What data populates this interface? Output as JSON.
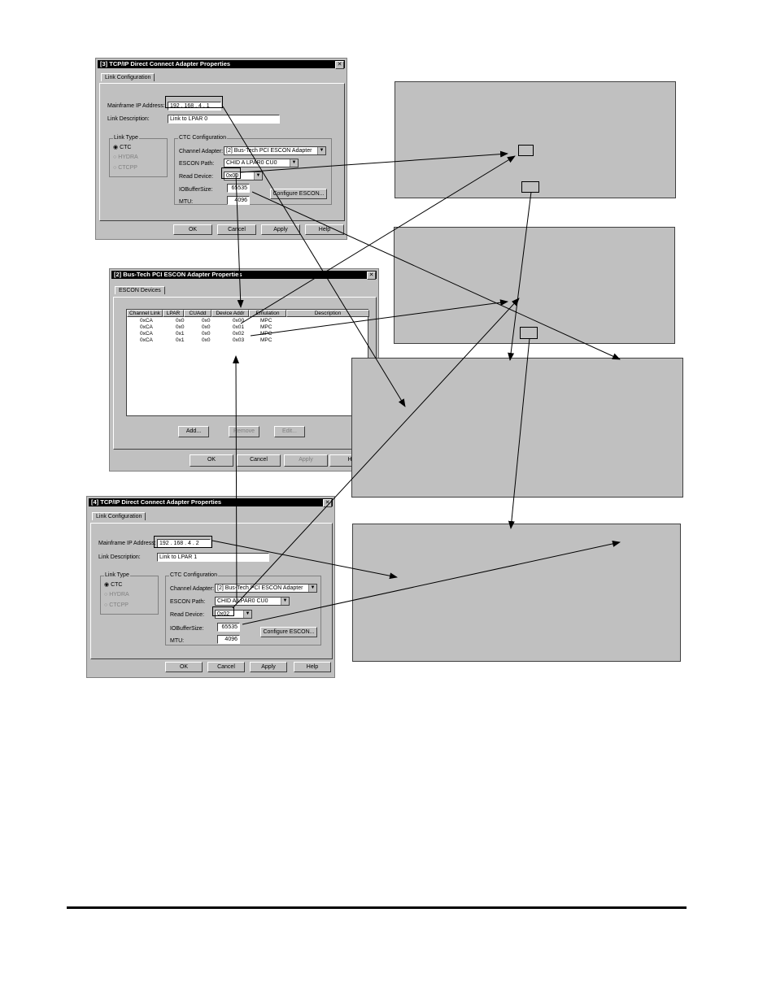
{
  "dialog1": {
    "title": "[3] TCP/IP Direct Connect Adapter Properties",
    "close": "✕",
    "tab": "Link Configuration",
    "ip_label": "Mainframe IP Address:",
    "ip_value": "192 . 168 .   4  .  1",
    "desc_label": "Link Description:",
    "desc_value": "Link to LPAR 0",
    "link_type_title": "Link Type",
    "link_types": [
      "CTC",
      "HYDRA",
      "CTCPP"
    ],
    "ctc_title": "CTC Configuration",
    "channel_adapter_label": "Channel Adapter:",
    "channel_adapter_value": "[2] Bus-Tech PCI ESCON Adapter",
    "escon_path_label": "ESCON Path:",
    "escon_path_value": "CHID A LPAR0 CU0",
    "read_device_label": "Read Device:",
    "read_device_value": "0x00",
    "iobuffer_label": "IOBufferSize:",
    "iobuffer_value": "65535",
    "mtu_label": "MTU:",
    "mtu_value": "4096",
    "configure_btn": "Configure ESCON...",
    "ok": "OK",
    "cancel": "Cancel",
    "apply": "Apply",
    "help": "Help"
  },
  "dialog2": {
    "title": "[2] Bus-Tech PCI ESCON Adapter Properties",
    "close": "✕",
    "tab": "ESCON Devices",
    "columns": [
      "Channel Link",
      "LPAR",
      "CUAdd",
      "Device Addr",
      "Emulation",
      "Description"
    ],
    "rows": [
      [
        "0xCA",
        "0x0",
        "0x0",
        "0x00",
        "MPC",
        ""
      ],
      [
        "0xCA",
        "0x0",
        "0x0",
        "0x01",
        "MPC",
        ""
      ],
      [
        "0xCA",
        "0x1",
        "0x0",
        "0x02",
        "MPC",
        ""
      ],
      [
        "0xCA",
        "0x1",
        "0x0",
        "0x03",
        "MPC",
        ""
      ]
    ],
    "add": "Add...",
    "remove": "Remove",
    "edit": "Edit...",
    "ok": "OK",
    "cancel": "Cancel",
    "apply": "Apply",
    "help": "He"
  },
  "dialog3": {
    "title": "[4] TCP/IP Direct Connect Adapter Properties",
    "close": "✕",
    "tab": "Link Configuration",
    "ip_label": "Mainframe IP Address:",
    "ip_value": "192 . 168 .   4  .  2",
    "desc_label": "Link Description:",
    "desc_value": "Link to LPAR 1",
    "link_type_title": "Link Type",
    "link_types": [
      "CTC",
      "HYDRA",
      "CTCPP"
    ],
    "ctc_title": "CTC Configuration",
    "channel_adapter_label": "Channel Adapter:",
    "channel_adapter_value": "[2] Bus-Tech PCI ESCON Adapter",
    "escon_path_label": "ESCON Path:",
    "escon_path_value": "CHID A LPAR0 CU0",
    "read_device_label": "Read Device:",
    "read_device_value": "0x02",
    "iobuffer_label": "IOBufferSize:",
    "iobuffer_value": "65535",
    "mtu_label": "MTU:",
    "mtu_value": "4096",
    "configure_btn": "Configure ESCON...",
    "ok": "OK",
    "cancel": "Cancel",
    "apply": "Apply",
    "help": "Help"
  },
  "icons": {
    "radio_selected": "radio-selected-icon",
    "radio_empty": "radio-empty-icon",
    "dropdown": "chevron-down-icon",
    "close": "close-icon"
  }
}
